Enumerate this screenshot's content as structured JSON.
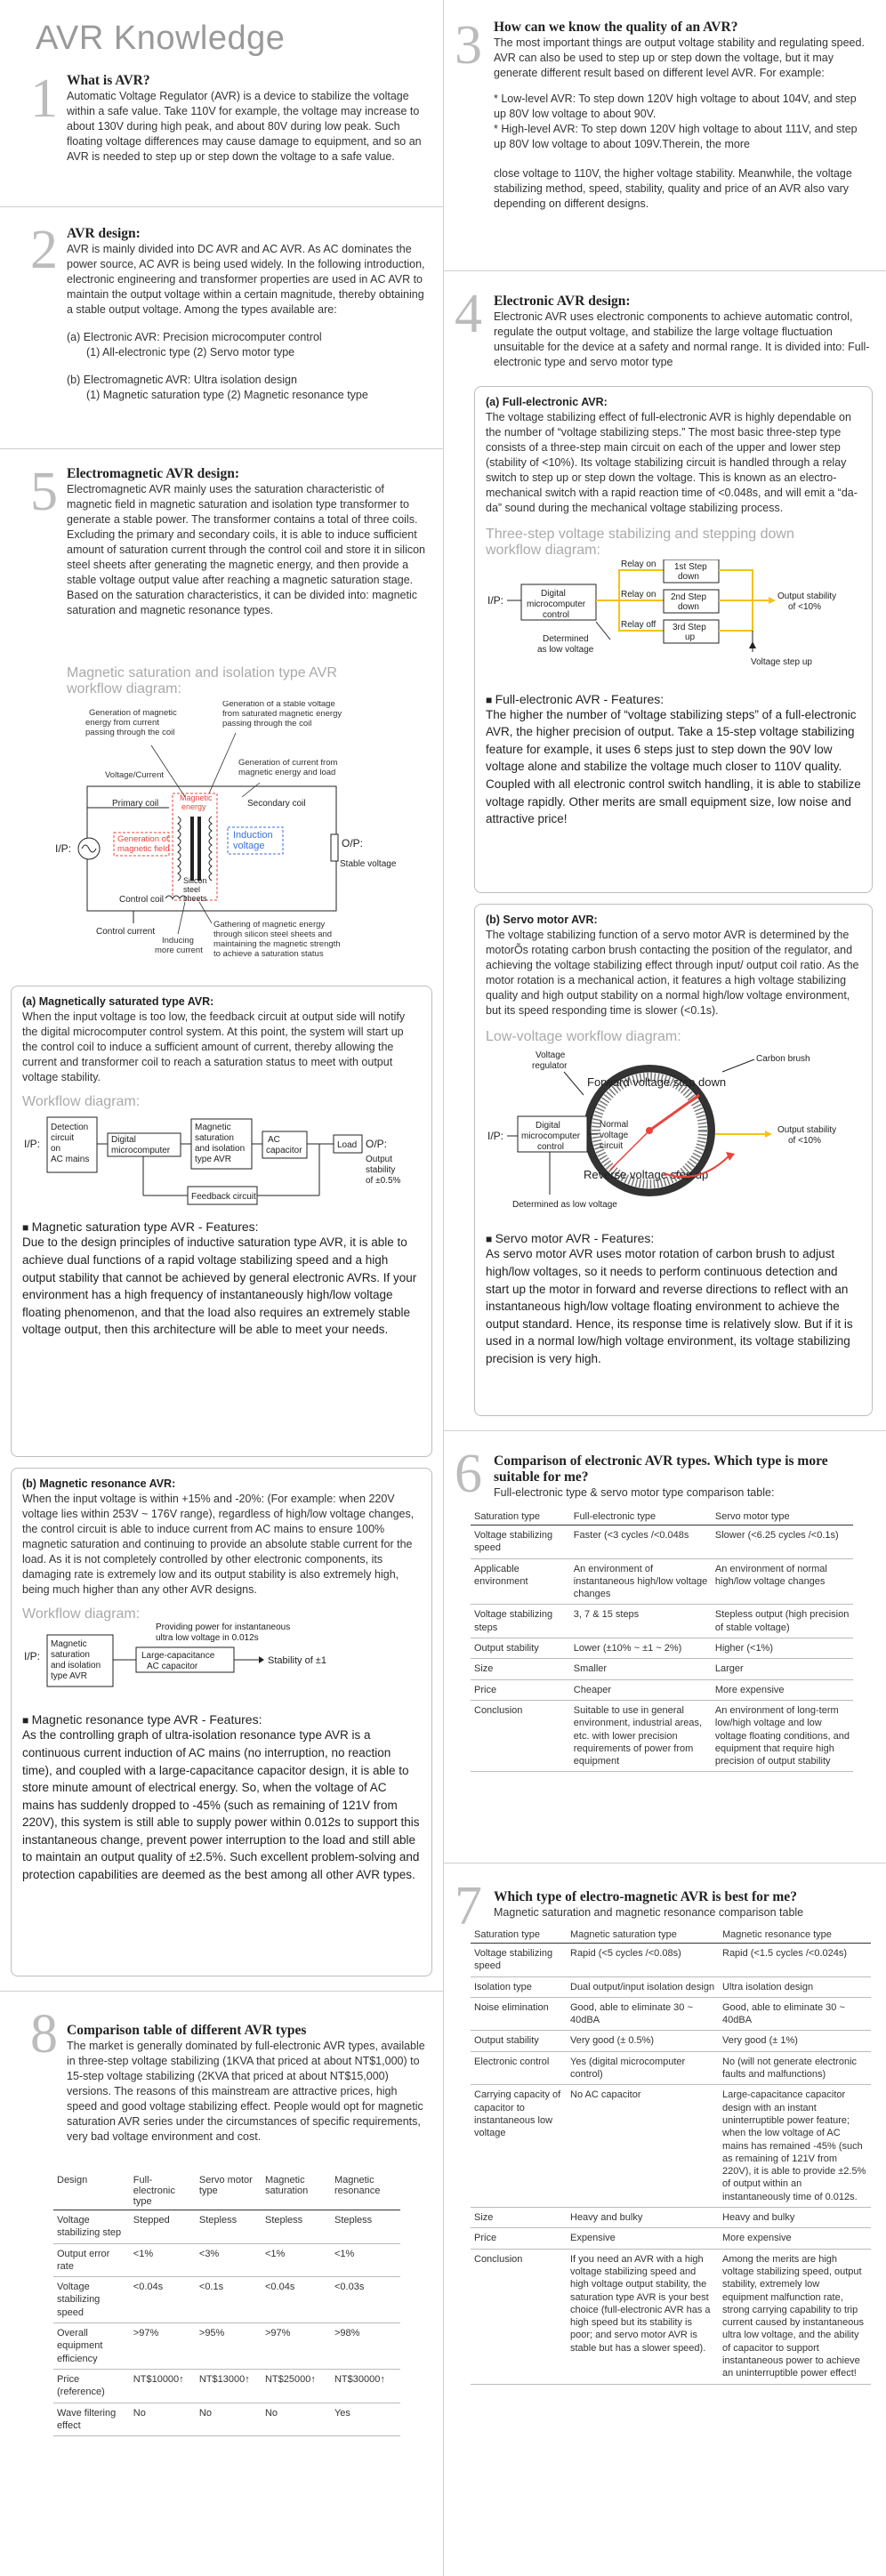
{
  "page_title": "AVR Knowledge",
  "s1": {
    "num": "1",
    "title": "What is AVR?",
    "body": "Automatic Voltage Regulator (AVR) is a device to stabilize the voltage within a safe value. Take 110V for example, the voltage may increase to about 130V during high peak, and about 80V during low peak. Such floating voltage differences may cause damage to equipment, and so an AVR is needed to step up or step down the voltage to a safe value."
  },
  "s2": {
    "num": "2",
    "title": "AVR design:",
    "body": "AVR is mainly divided into DC AVR and AC AVR. As AC dominates the power source, AC AVR is being used widely. In the following introduction, electronic engineering and transformer properties are used in AC AVR to maintain the output voltage within a certain magnitude, thereby obtaining a stable output voltage. Among the types available are:",
    "a": "(a) Electronic AVR: Precision microcomputer control",
    "a1": "(1) All-electronic type (2) Servo motor type",
    "b": "(b) Electromagnetic AVR: Ultra isolation design",
    "b1": "(1) Magnetic saturation type (2) Magnetic resonance type"
  },
  "s5": {
    "num": "5",
    "title": "Electromagnetic AVR design:",
    "body": "Electromagnetic AVR mainly uses the saturation characteristic of magnetic field in magnetic saturation and isolation type transformer to generate a stable power. The transformer contains a total of three coils. Excluding the primary and secondary coils, it is able to induce sufficient amount of saturation current through the control coil and store it in silicon steel sheets after generating the magnetic energy, and then provide a stable voltage output value after reaching a magnetic saturation stage. Based on the saturation characteristics, it can be divided into: magnetic saturation and magnetic resonance types.",
    "diagram_title_1": "Magnetic saturation and isolation type AVR",
    "diagram_title_2": "workflow diagram:",
    "d": {
      "gen_mag": "Generation of magnetic energy from current passing through the coil",
      "gen_stable": "Generation of a stable voltage from saturated magnetic energy passing through the coil",
      "gen_current": "Generation of current from magnetic energy and load",
      "vc": "Voltage/Current",
      "primary": "Primary coil",
      "secondary": "Secondary coil",
      "magnetic_energy": "Magnetic energy",
      "gen_field": "Generation of magnetic field",
      "induction": "Induction voltage",
      "silicon": "Silicon steel sheets",
      "control_coil": "Control coil",
      "control_current": "Control current",
      "ip": "I/P:",
      "op": "O/P:",
      "stable": "Stable voltage",
      "inducing": "Inducing more current",
      "gathering": "Gathering of magnetic energy through silicon steel sheets and maintaining the magnetic strength to achieve a saturation status"
    }
  },
  "box_a": {
    "title": "(a) Magnetically saturated type AVR:",
    "body": "When the input voltage is too low, the feedback circuit at output side will notify the digital microcomputer control system. At this point, the system will start up the control coil to induce a sufficient amount of current, thereby allowing the current and transformer coil to reach a saturation status to meet with output voltage stability.",
    "wf_title": "Workflow diagram:",
    "wf": {
      "ip": "I/P:",
      "detection": "Detection circuit on AC mains",
      "digital": "Digital microcomputer",
      "magsat": "Magnetic saturation and isolation type AVR",
      "ac": "AC capacitor",
      "load": "Load",
      "op": "O/P:",
      "stability": "Output stability of ±0.5%",
      "feedback": "Feedback circuit"
    },
    "feat_title": "Magnetic saturation type AVR - Features:",
    "feat": "Due to the design principles of inductive saturation type AVR, it is able to achieve dual functions of a rapid voltage stabilizing speed and a high output stability that cannot be achieved by general electronic AVRs. If your environment has a high frequency of instantaneously high/low voltage floating phenomenon, and that the load also requires an extremely stable voltage output, then this architecture will be able to meet your needs."
  },
  "box_b": {
    "title": "(b) Magnetic resonance AVR:",
    "body": "When the input voltage is within +15% and -20%: (For example: when 220V voltage lies within 253V ~ 176V range), regardless of high/low voltage changes, the control circuit is able to induce current from AC mains to ensure 100% magnetic saturation and continuing to provide an absolute stable current for the load. As it is not completely controlled by other electronic components, its damaging rate is extremely low and its output stability is also extremely high, being much higher than any other AVR designs.",
    "wf_title": "Workflow diagram:",
    "wf": {
      "ip": "I/P:",
      "magsat": "Magnetic saturation and isolation type AVR",
      "providing": "Providing power for instantaneous ultra low voltage in 0.012s",
      "large": "Large-capacitance AC capacitor",
      "stability": "Stability of ±1"
    },
    "feat_title": "Magnetic resonance type AVR - Features:",
    "feat": "As the controlling graph of ultra-isolation resonance type AVR is a continuous current induction of AC mains (no interruption, no reaction time), and coupled with a large-capacitance capacitor design, it is able to store minute amount of electrical energy. So, when the voltage of AC mains has suddenly dropped to -45% (such as remaining of 121V from 220V), this system is still able to supply power within 0.012s to support this instantaneous change, prevent power interruption to the load and still able to maintain an output quality of ±2.5%. Such excellent problem-solving and protection capabilities are deemed as the best among all other AVR types."
  },
  "s8": {
    "num": "8",
    "title": "Comparison table of different AVR types",
    "body": "The market is generally dominated by full-electronic AVR types, available in three-step voltage stabilizing (1KVA that priced at about NT$1,000) to 15-step voltage stabilizing (2KVA that priced at about NT$15,000) versions. The reasons of this mainstream are attractive prices, high speed and good voltage stabilizing effect. People would opt for magnetic saturation AVR series under the circumstances of specific requirements, very bad voltage environment and cost.",
    "headers": [
      "Design",
      "Full-electronic type",
      "Servo motor type",
      "Magnetic saturation",
      "Magnetic resonance"
    ],
    "rows": [
      [
        "Voltage stabilizing step",
        "Stepped",
        "Stepless",
        "Stepless",
        "Stepless"
      ],
      [
        "Output error rate",
        "<1%",
        "<3%",
        "<1%",
        "<1%"
      ],
      [
        "Voltage stabilizing speed",
        "<0.04s",
        "<0.1s",
        "<0.04s",
        "<0.03s"
      ],
      [
        "Overall equipment efficiency",
        ">97%",
        ">95%",
        ">97%",
        ">98%"
      ],
      [
        "Price (reference)",
        "NT$10000↑",
        "NT$13000↑",
        "NT$25000↑",
        "NT$30000↑"
      ],
      [
        "Wave filtering effect",
        "No",
        "No",
        "No",
        "Yes"
      ]
    ]
  },
  "s3": {
    "num": "3",
    "title": "How can we know the quality of an AVR?",
    "body": "The most important things are output voltage stability and regulating speed. AVR can also be used to step up or step down the voltage, but it may generate different result based on different level AVR. For example:",
    "b1": "* Low-level AVR: To step down 120V high voltage to about 104V, and step up 80V low voltage to about 90V.",
    "b2": "* High-level AVR: To step down 120V high voltage to about 111V, and step up 80V low voltage to about 109V.Therein, the more",
    "tail": "close voltage to 110V, the higher voltage stability. Meanwhile, the voltage stabilizing method, speed, stability, quality and price of an AVR also vary depending on different designs."
  },
  "s4": {
    "num": "4",
    "title": "Electronic AVR design:",
    "body": "Electronic AVR uses electronic components to achieve automatic control, regulate the output voltage, and stabilize the large voltage fluctuation unsuitable for the device at a safety and normal range. It is divided into: Full-electronic type and servo motor type"
  },
  "box_fe": {
    "title": "(a) Full-electronic AVR:",
    "body": "The voltage stabilizing effect of full-electronic AVR is highly dependable on the number of “voltage stabilizing steps.” The most basic three-step type consists of a three-step main circuit on each of the upper and lower step (stability of <10%). Its voltage stabilizing circuit is handled through a relay switch to step up or step down the voltage. This is known as an electro-mechanical switch with a rapid reaction time of <0.048s, and will emit a “da-da” sound during the mechanical voltage stabilizing process.",
    "diag_title_1": "Three-step voltage stabilizing and stepping down",
    "diag_title_2": "workflow diagram:",
    "d": {
      "ip": "I/P:",
      "digital": "Digital microcomputer control",
      "relay_on_1": "Relay on",
      "relay_on_2": "Relay on",
      "relay_off": "Relay off",
      "step1": "1st Step down",
      "step2": "2nd Step down",
      "step3": "3rd Step up",
      "output": "Output stability of <10%",
      "determined": "Determined as low voltage",
      "stepup": "Voltage step up"
    },
    "feat_title": "Full-electronic AVR - Features:",
    "feat": "The higher the number of “voltage stabilizing steps” of a full-electronic AVR, the higher precision of output. Take a 15-step voltage stabilizing feature for example, it uses 6 steps just to step down the 90V low voltage alone and stabilize the voltage much closer to 110V quality. Coupled with all electronic control switch handling, it is able to stabilize voltage rapidly. Other merits are small equipment size, low noise and attractive price!"
  },
  "box_servo": {
    "title": "(b) Servo motor AVR:",
    "body": "The voltage stabilizing function of a servo motor AVR is determined by the motorÕs rotating carbon brush contacting the position of the regulator, and achieving the voltage stabilizing effect through input/ output coil ratio. As the motor rotation is a mechanical action, it features a high voltage stabilizing quality and high output stability on a normal high/low voltage environment, but its speed responding time is slower (<0.1s).",
    "diag_title": "Low-voltage workflow diagram:",
    "d": {
      "regulator": "Voltage regulator",
      "carbon": "Carbon brush",
      "forward": "Forward voltage step down",
      "reverse": "Reverse voltage step up",
      "ip": "I/P:",
      "digital": "Digital microcomputer control",
      "normal": "Normal voltage circuit",
      "output": "Output stability of <10%",
      "determined": "Determined as low voltage"
    },
    "feat_title": "Servo motor AVR - Features:",
    "feat": "As servo motor AVR uses motor rotation of carbon brush to adjust high/low voltages, so it needs to perform continuous detection and start up the motor in forward and reverse directions to reflect with an instantaneous high/low voltage floating environment to achieve the output standard. Hence, its response time is relatively slow. But if it is used in a normal low/high voltage environment, its voltage stabilizing precision is very high."
  },
  "s6": {
    "num": "6",
    "title": "Comparison of electronic AVR types. Which type is more suitable for me?",
    "sub": "Full-electronic type & servo motor type comparison table:",
    "headers": [
      "Saturation type",
      "Full-electronic type",
      "Servo motor type"
    ],
    "rows": [
      [
        "Voltage stabilizing speed",
        "Faster (<3 cycles /<0.048s",
        "Slower (<6.25 cycles /<0.1s)"
      ],
      [
        "Applicable environment",
        "An environment of instantaneous high/low voltage changes",
        "An environment of normal high/low voltage changes"
      ],
      [
        "Voltage stabilizing steps",
        "3, 7 & 15 steps",
        "Stepless output (high precision of stable voltage)"
      ],
      [
        "Output stability",
        "Lower (±10% ~ ±1 ~ 2%)",
        "Higher (<1%)"
      ],
      [
        "Size",
        "Smaller",
        "Larger"
      ],
      [
        "Price",
        "Cheaper",
        "More expensive"
      ],
      [
        "Conclusion",
        "Suitable to use in general environment, industrial areas, etc. with lower precision requirements of power from equipment",
        "An environment of long-term low/high voltage and low voltage floating conditions, and equipment that require high precision of output stability"
      ]
    ]
  },
  "s7": {
    "num": "7",
    "title": "Which type of electro-magnetic AVR is best for me?",
    "sub": "Magnetic saturation and magnetic resonance comparison table",
    "headers": [
      "Saturation type",
      "Magnetic saturation type",
      "Magnetic resonance type"
    ],
    "rows": [
      [
        "Voltage stabilizing speed",
        "Rapid (<5 cycles /<0.08s)",
        "Rapid (<1.5 cycles /<0.024s)"
      ],
      [
        "Isolation type",
        "Dual output/input isolation design",
        "Ultra isolation design"
      ],
      [
        "Noise elimination",
        "Good, able to eliminate 30 ~ 40dBA",
        "Good, able to eliminate 30 ~ 40dBA"
      ],
      [
        "Output stability",
        "Very good (± 0.5%)",
        "Very good (± 1%)"
      ],
      [
        "Electronic control",
        "Yes (digital microcomputer control)",
        "No (will not generate electronic faults and malfunctions)"
      ],
      [
        "Carrying capacity of capacitor to instantaneous low voltage",
        "No AC capacitor",
        "Large-capacitance capacitor design with an instant uninterruptible power feature; when the low voltage of AC mains has remained -45% (such as remaining of 121V from 220V), it is able to provide ±2.5% of output within an instantaneously time of 0.012s."
      ],
      [
        "Size",
        "Heavy and bulky",
        "Heavy and bulky"
      ],
      [
        "Price",
        "Expensive",
        "More expensive"
      ],
      [
        "Conclusion",
        "If you need an AVR with a high voltage stabilizing speed and high voltage output stability, the saturation type AVR is your best choice (full-electronic AVR has a high speed but its stability is poor; and servo motor AVR is stable but has a slower speed).",
        "Among the merits are high voltage stabilizing speed, output stability, extremely low equipment malfunction rate, strong carrying capability to trip current caused by instantaneous ultra low voltage, and the ability of capacitor to support instantaneous power to achieve an uninterruptible power effect!"
      ]
    ]
  },
  "colors": {
    "red": "#e8453c",
    "blue": "#3a6fd8",
    "yellow": "#f3c21b",
    "gray_num": "#bcbcbc"
  }
}
